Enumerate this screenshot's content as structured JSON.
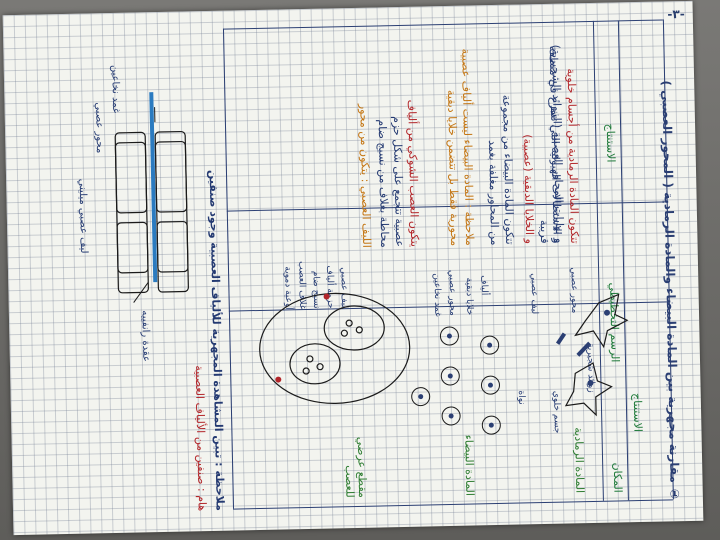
{
  "page": {
    "number_mark": "-٣-"
  },
  "title": "① مقارنة مجهرية بين المادة البيضاء والمادة الرمادية ( المحور العصبي )",
  "subtitle": "الاستنتاج",
  "table": {
    "col_headers": [
      "المكان",
      "الرسم التخطيطي",
      "الاستنتاج"
    ],
    "rows": [
      {
        "place": "المادة الرمادية",
        "labels": [
          "محور عصبي",
          "ليف عصبي",
          "نواة",
          "جسم خلوي",
          "زوائد شجيرية"
        ],
        "conclusion": [
          "تتكون المادة الرمادية من أجسام خلوية",
          "و نهايات المحاور العصبية (الزوائد الشجيرية)",
          "و الاستطالات الهيولية التي تتفرع في منطقة قريبة",
          "و الخلايا الدبقية (عصبية)",
          "تتكون المادة البيضاء من مجموعة",
          "من المحاور مغلفة بغمد"
        ]
      },
      {
        "place": "المادة البيضاء",
        "labels": [
          "ألياف",
          "خلايا دبقية",
          "محور عصبي",
          "غمد نخاعين"
        ],
        "conclusion": [
          "ملاحظة : المادة البيضاء ليست ألياف عصبية",
          "محورية فقط بل تتضمن خلايا دبقية"
        ]
      },
      {
        "place": "مقطع عرضي للعصب",
        "labels": [
          "ليف عصبي",
          "حزمة ألياف",
          "نسيج ضام",
          "غلاف العصب",
          "أوعية دموية"
        ],
        "conclusion": [
          "يتكون العصب الشوكي من ألياف",
          "عصبية تتجمع على شكل حزم",
          "محاطة بغلاف من نسيج ضام",
          "الليف العصبي : يتكون من محور"
        ]
      }
    ]
  },
  "bottom_note": {
    "lines": [
      "ملاحظة : تبين المشاهدة المجهرية للألياف العصبية وجود صنفين",
      "هام : صنفين من الألياف العصبية"
    ]
  },
  "fiber_sketch": {
    "labels": [
      "غمد نخاعين",
      "عقدة رانفييه",
      "محور عصبي",
      "ليف عصبي ميليني"
    ]
  },
  "colors": {
    "ink_blue": "#2b3f73",
    "ink_red": "#b3262a",
    "ink_green": "#2e7d32",
    "ink_orange": "#c47512",
    "ink_black": "#1b1b1b"
  }
}
